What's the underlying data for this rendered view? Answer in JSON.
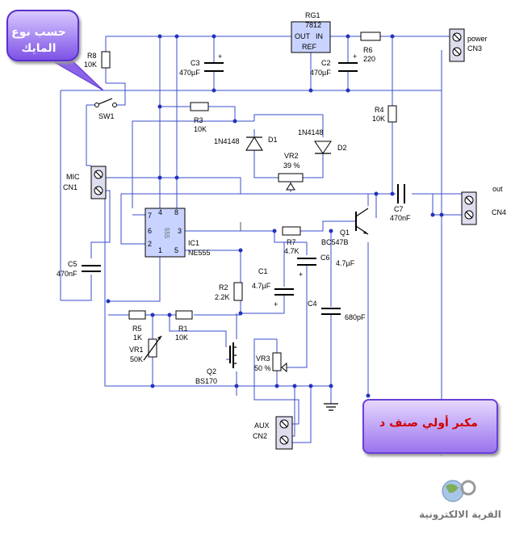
{
  "callout": {
    "text": "حسب نوع المايك"
  },
  "title": {
    "text": "مكبر أولي صنف د"
  },
  "logo": {
    "text": "القرية الالكترونية"
  },
  "components": {
    "rg1": {
      "ref": "RG1",
      "value": "7812",
      "pin_out": "OUT",
      "pin_in": "IN",
      "pin_ref": "REF"
    },
    "r6": {
      "ref": "R6",
      "value": "220"
    },
    "r8": {
      "ref": "R8",
      "value": "10K"
    },
    "c3": {
      "ref": "C3",
      "value": "470µF"
    },
    "c2": {
      "ref": "C2",
      "value": "470µF"
    },
    "power": {
      "name": "power",
      "ref": "CN3"
    },
    "sw1": {
      "ref": "SW1"
    },
    "r3": {
      "ref": "R3",
      "value": "10K"
    },
    "r4": {
      "ref": "R4",
      "value": "10K"
    },
    "d1": {
      "ref": "D1",
      "value": "1N4148"
    },
    "d2": {
      "ref": "D2",
      "value": "1N4148"
    },
    "vr2": {
      "ref": "VR2",
      "value": "39 %"
    },
    "mic": {
      "name": "MIC",
      "ref": "CN1"
    },
    "ic1": {
      "ref": "IC1",
      "value": "NE555",
      "body": "555",
      "pins": [
        "7",
        "4",
        "8",
        "6",
        "3",
        "2",
        "1",
        "5"
      ]
    },
    "c5": {
      "ref": "C5",
      "value": "470nF"
    },
    "c7": {
      "ref": "C7",
      "value": "470nF"
    },
    "out": {
      "name": "out",
      "ref": "CN4"
    },
    "q1": {
      "ref": "Q1",
      "value": "BC547B"
    },
    "r7": {
      "ref": "R7",
      "value": "4.7K"
    },
    "c6": {
      "ref": "C6",
      "value": "4.7µF"
    },
    "c1": {
      "ref": "C1",
      "value": "4.7µF"
    },
    "c4": {
      "ref": "C4",
      "value": "680pF"
    },
    "r2": {
      "ref": "R2",
      "value": "2.2K"
    },
    "r5": {
      "ref": "R5",
      "value": "1K"
    },
    "r1": {
      "ref": "R1",
      "value": "10K"
    },
    "vr1": {
      "ref": "VR1",
      "value": "50K"
    },
    "q2": {
      "ref": "Q2",
      "value": "BS170"
    },
    "vr3": {
      "ref": "VR3",
      "value": "50 %"
    },
    "aux": {
      "name": "AUX",
      "ref": "CN2"
    }
  },
  "symbols": {
    "plus": "+"
  }
}
